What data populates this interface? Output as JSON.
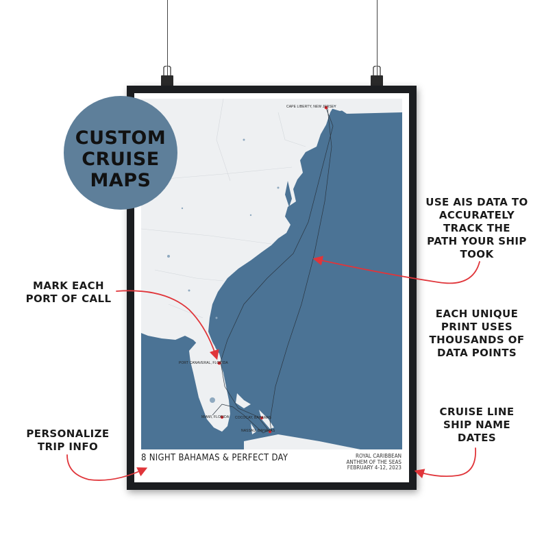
{
  "badge": {
    "lines": [
      "CUSTOM",
      "CRUISE",
      "MAPS"
    ]
  },
  "callouts": {
    "ais": [
      "USE AIS DATA TO",
      "ACCURATELY",
      "TRACK THE",
      "PATH YOUR SHIP",
      "TOOK"
    ],
    "port": [
      "MARK EACH",
      "PORT OF CALL"
    ],
    "unique": [
      "EACH UNIQUE",
      "PRINT USES",
      "THOUSANDS OF",
      "DATA POINTS"
    ],
    "personalize": [
      "PERSONALIZE",
      "TRIP INFO"
    ],
    "cruise": [
      "CRUISE LINE",
      "SHIP NAME",
      "DATES"
    ]
  },
  "poster": {
    "title": "8 NIGHT BAHAMAS & PERFECT DAY",
    "cruise_line": "ROYAL CARIBBEAN",
    "ship": "ANTHEM OF THE SEAS",
    "dates": "FEBRUARY 4-12, 2023",
    "ports": {
      "cape_liberty": "CAPE LIBERTY, NEW JERSEY",
      "port_canaveral": "PORT CANAVERAL, FLORIDA",
      "miami": "MIAMI, FLORIDA",
      "cococay": "COCOCAY, BAHAMAS",
      "nassau": "NASSAU, BAHAMAS"
    }
  },
  "colors": {
    "ocean": "#4b7395",
    "land": "#eef0f2",
    "badge": "#5e7f9a",
    "arrow": "#e0353a",
    "frame": "#1b1d20"
  }
}
